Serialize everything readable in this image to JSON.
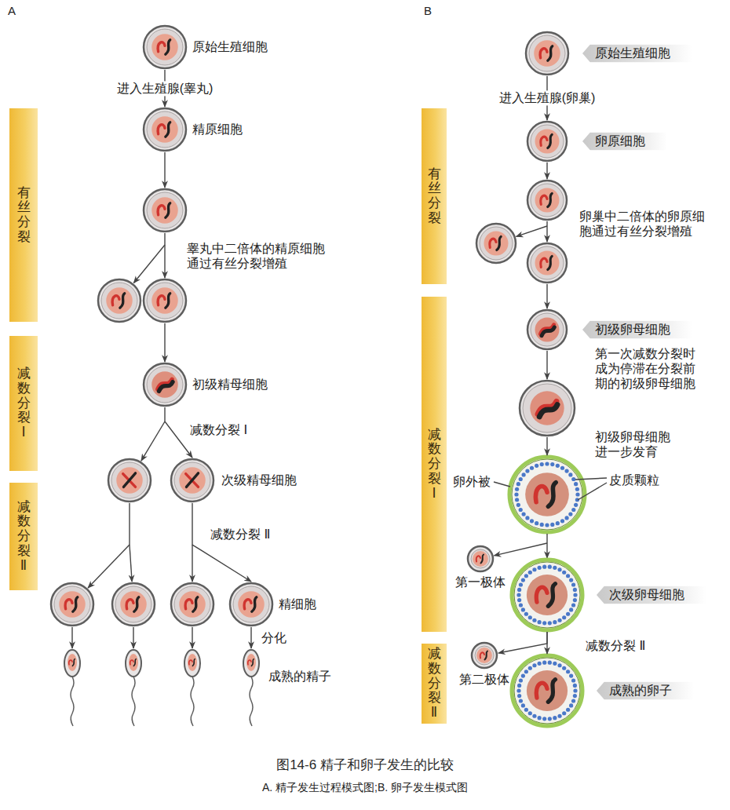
{
  "diagram": {
    "caption": "图14-6 精子和卵子发生的比较",
    "nodes": [
      {
        "text": [
          "有丝分裂"
        ]
      },
      {
        "text": [
          "减数分裂Ⅰ"
        ]
      },
      {
        "text": [
          "减数分裂Ⅱ"
        ]
      },
      {
        "text": [
          "原始生殖细胞"
        ]
      },
      {
        "text": [
          "精原细胞"
        ]
      },
      {
        "text": [
          "睾丸中二倍体的精原细胞通过有丝分裂增殖"
        ]
      },
      {
        "text": [
          "初级精母细胞"
        ]
      },
      {
        "text": [
          "次级精母细胞"
        ]
      },
      {
        "text": [
          "精细胞"
        ]
      },
      {
        "text": [
          "成熟的精子"
        ]
      },
      {
        "text": [
          "有丝分裂"
        ]
      },
      {
        "text": [
          "减数分裂Ⅰ"
        ]
      },
      {
        "text": [
          "减数分裂Ⅱ"
        ]
      },
      {
        "text": [
          "原始生殖细胞"
        ]
      },
      {
        "text": [
          "卵原细胞"
        ]
      },
      {
        "text": [
          "卵巢中二倍体的卵原细胞通过有丝分裂增殖"
        ]
      },
      {
        "text": [
          "初级卵母细胞",
          "第一次减数分裂时成为停滞在分裂前期的初级卵母细胞"
        ]
      },
      {
        "text": [
          "初级卵母细胞进一步发育"
        ]
      },
      {
        "text": [
          "第一极体"
        ]
      },
      {
        "text": [
          "次级卵母细胞"
        ]
      },
      {
        "text": [
          "第二极体"
        ]
      },
      {
        "text": [
          "成熟的卵子"
        ]
      }
    ],
    "edges": [
      {
        "from": 3,
        "to": 4,
        "arrow": "to",
        "label": "进入生殖腺(睾丸)"
      },
      {
        "from": 4,
        "to": 5,
        "arrow": "to"
      },
      {
        "from": 6,
        "to": 7,
        "arrow": "to"
      },
      {
        "from": 7,
        "to": 8,
        "arrow": "to"
      },
      {
        "from": 8,
        "to": 9,
        "arrow": "to",
        "label": "分化"
      },
      {
        "from": 13,
        "to": 14,
        "arrow": "to",
        "label": "进入生殖腺(卵巢)"
      },
      {
        "from": 14,
        "to": 15,
        "arrow": "to"
      },
      {
        "from": 16,
        "to": 17,
        "arrow": "to"
      },
      {
        "from": 19,
        "to": 20,
        "arrow": "to"
      },
      {
        "from": 19,
        "to": 21,
        "arrow": "to"
      }
    ],
    "labels": [
      "A",
      "B",
      "减数分裂 Ⅰ",
      "减数分裂 Ⅱ",
      "卵外被",
      "皮质颗粒",
      "减数分裂 Ⅱ",
      "A. 精子发生过程模式图;B. 卵子发生模式图"
    ]
  }
}
